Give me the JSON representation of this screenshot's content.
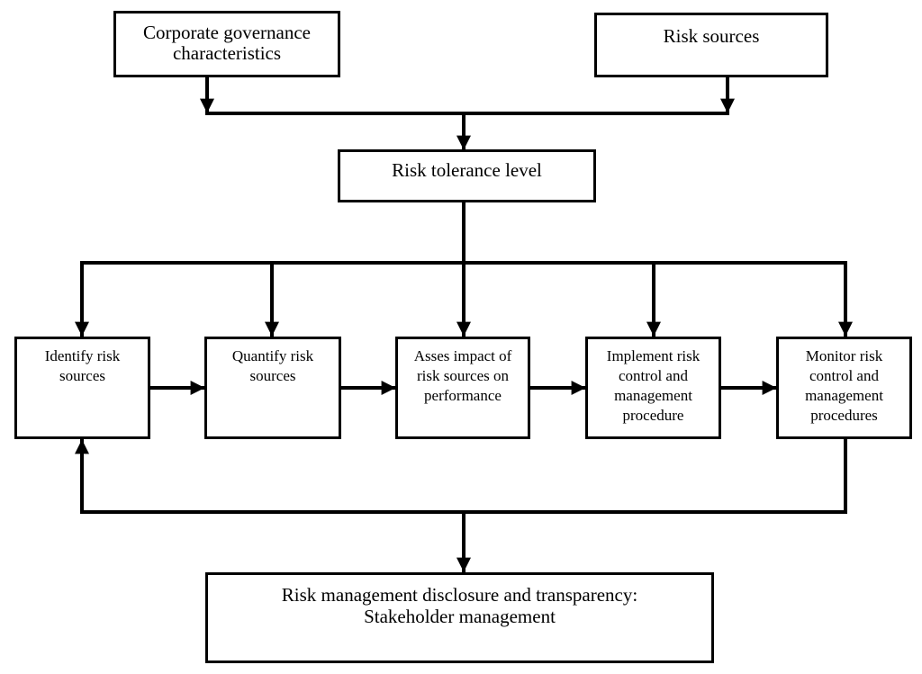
{
  "diagram": {
    "nodes": {
      "governance": "Corporate governance\ncharacteristics",
      "risk_sources": "Risk sources",
      "tolerance": "Risk tolerance level",
      "identify": "Identify risk\nsources",
      "quantify": "Quantify risk\nsources",
      "assess": "Asses impact of\nrisk sources on\nperformance",
      "implement": "Implement risk\ncontrol and\nmanagement\nprocedure",
      "monitor": "Monitor risk\ncontrol and\nmanagement\nprocedures",
      "disclosure": "Risk management disclosure and transparency:\nStakeholder management"
    },
    "colors": {
      "stroke": "#000000",
      "fill": "#ffffff"
    }
  }
}
